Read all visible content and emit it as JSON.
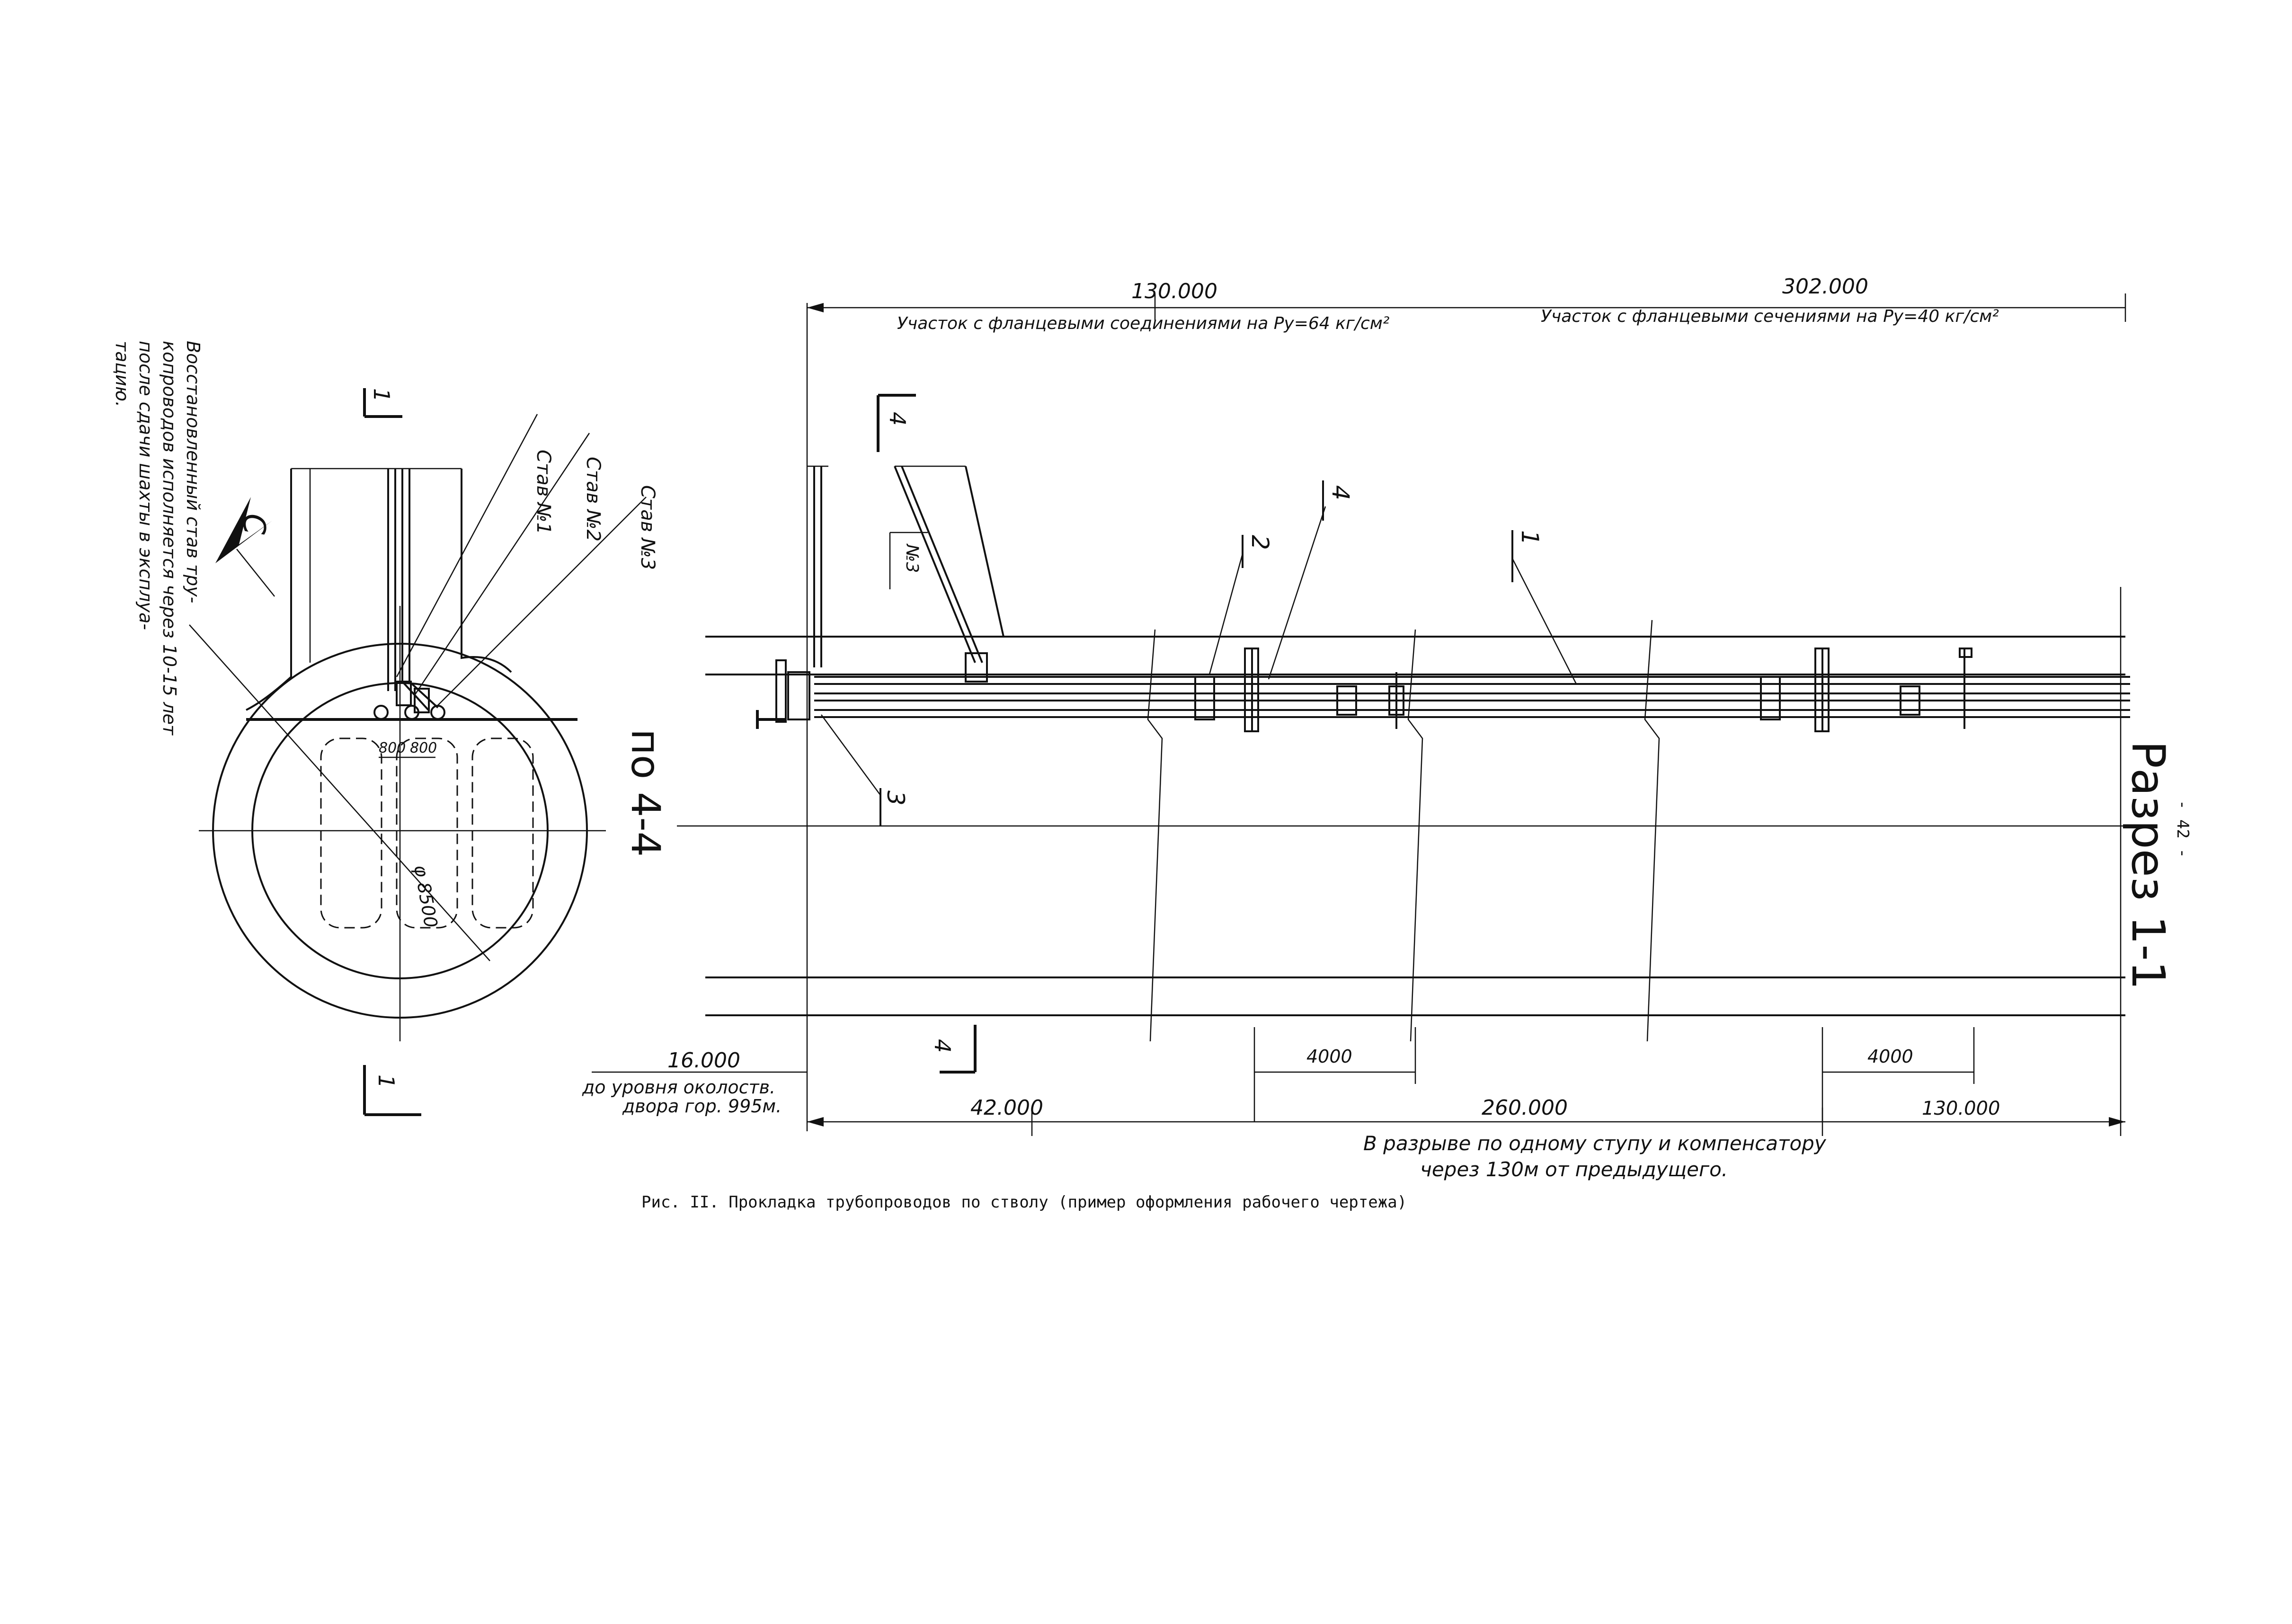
{
  "page_number": "- 42 -",
  "caption": "Рис. II. Прокладка трубопроводов по стволу (пример оформления рабочего чертежа)",
  "plan_view": {
    "title": "по 4-4",
    "diameter_label": "φ 8500",
    "spacing_label_1": "800",
    "spacing_label_2": "800",
    "section_mark_top": "1",
    "section_mark_bottom": "1",
    "north_arrow_label": "С",
    "riser_1": "Став №1",
    "riser_2": "Став №2",
    "riser_3": "Став №3",
    "note_lines": [
      "Восстановленный став тру-",
      "копроводов исполняется через 10-15 лет",
      "после сдачи шахты в эксплуа-",
      "тацию."
    ]
  },
  "section_view": {
    "title": "Разрез 1-1",
    "section_mark_top": "4",
    "section_mark_bottom": "4",
    "callout_1": "1",
    "callout_2": "2",
    "callout_3": "3",
    "callout_4": "4",
    "pipe_label": "№3",
    "top_dim_1": "130.000",
    "top_dim_2": "302.000",
    "segment_1_label": "Участок с фланцевыми соединениями на Ру=64 кг/см²",
    "segment_2_label": "Участок с фланцевыми сечениями на Ру=40 кг/см²",
    "level_value": "16.000",
    "level_note_1": "до уровня околоств.",
    "level_note_2": "двора гор. 995м.",
    "bottom_dim_1": "42.000",
    "bottom_dim_2": "260.000",
    "bottom_dim_3": "130.000",
    "comp_dim_1": "4000",
    "comp_dim_2": "4000",
    "break_note_1": "В разрыве по одному ступу и компенсатору",
    "break_note_2": "через 130м от предыдущего."
  }
}
